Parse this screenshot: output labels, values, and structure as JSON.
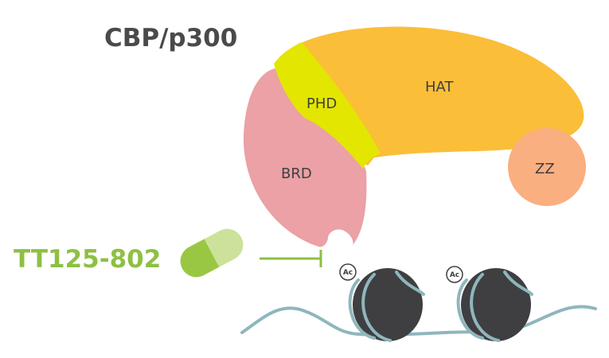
{
  "title": "CBP/p300",
  "drug_label": "TT125-802",
  "domains": {
    "hat": "HAT",
    "phd": "PHD",
    "brd": "BRD",
    "zz": "ZZ"
  },
  "acetyl_mark": "Ac",
  "colors": {
    "hat": "#FBBE38",
    "phd": "#E3E600",
    "brd": "#EBA1A5",
    "zz": "#F9AF7F",
    "drug_dark": "#9AC743",
    "drug_light": "#CCE29B",
    "inhibition_line": "#8DC043",
    "dna": "#8FB6BD",
    "nucleosome_core": "#3F3F41",
    "title_text": "#4A4A4A",
    "drug_text": "#8DC043",
    "domain_text": "#3F3F41"
  }
}
